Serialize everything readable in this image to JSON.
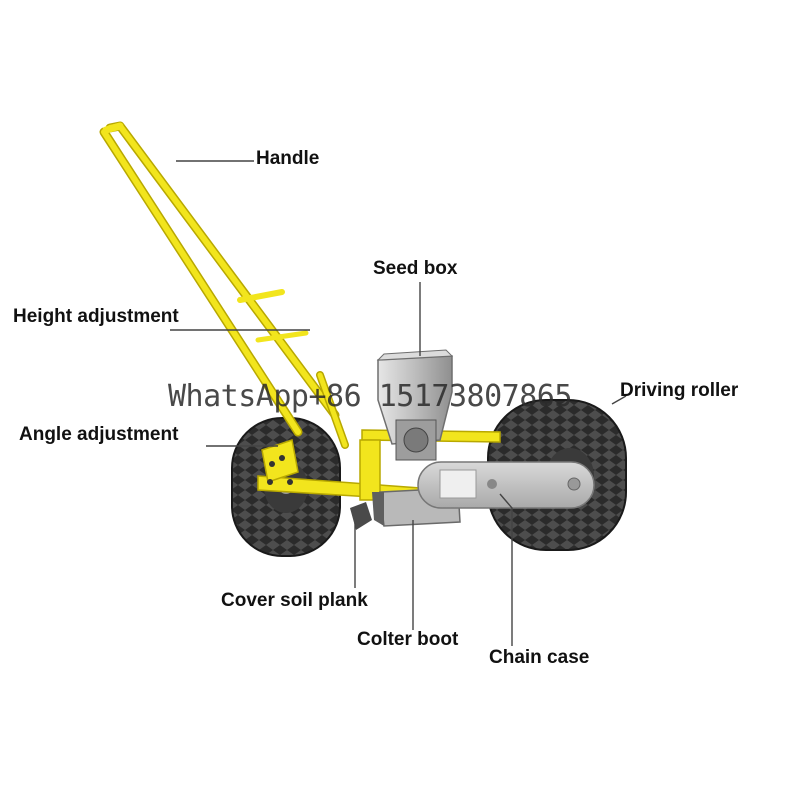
{
  "labels": {
    "handle": "Handle",
    "seed_box": "Seed box",
    "height_adjustment": "Height adjustment",
    "driving_roller": "Driving roller",
    "angle_adjustment": "Angle adjustment",
    "cover_soil_plank": "Cover soil plank",
    "colter_boot": "Colter boot",
    "chain_case": "Chain case"
  },
  "watermark": "WhatsApp+86 15173807865",
  "colors": {
    "frame": "#f2e51d",
    "frame_edge": "#b8a800",
    "tire": "#2b2b2b",
    "tire_tread": "#5a5a5a",
    "metal": "#c9c9c9",
    "metal_dark": "#8e8e8e",
    "leader": "#444444"
  }
}
